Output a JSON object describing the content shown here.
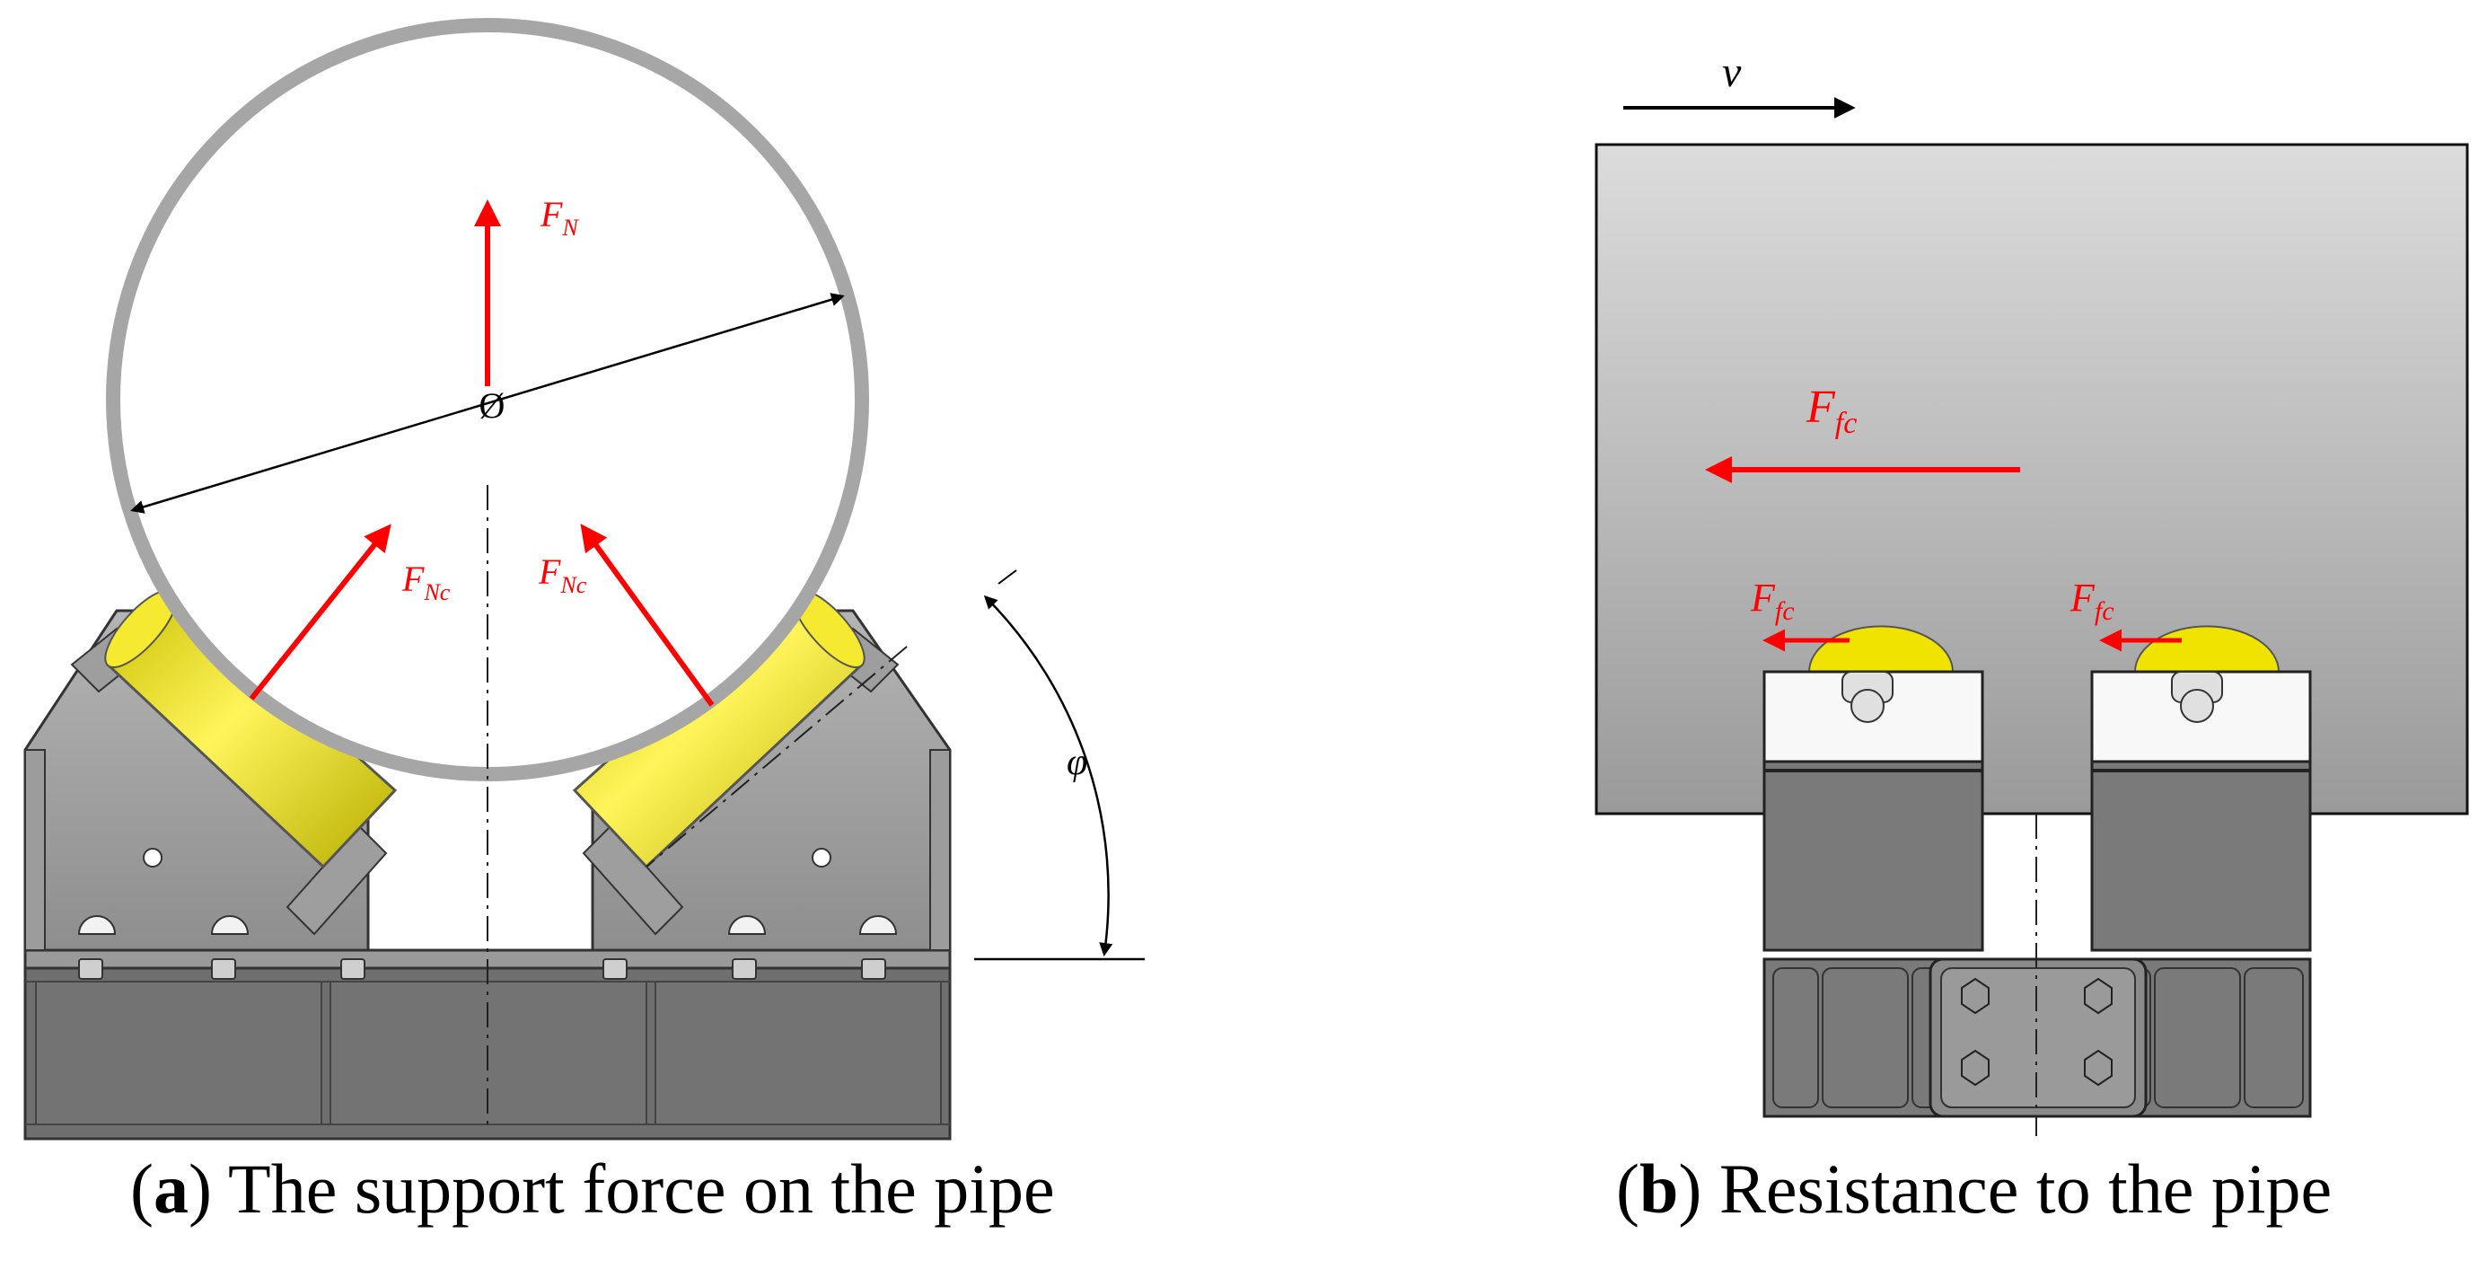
{
  "panel_a": {
    "labels": {
      "fn": "F",
      "fn_sub": "N",
      "fnc": "F",
      "fnc_sub": "Nc",
      "diameter": "Ø",
      "angle": "φ"
    },
    "caption": {
      "prefix": "(",
      "letter": "a",
      "text": ") The support force on the pipe"
    }
  },
  "panel_b": {
    "labels": {
      "velocity": "v",
      "ffc": "F",
      "ffc_sub": "fc"
    },
    "caption": {
      "prefix": "(",
      "letter": "b",
      "text": ") Resistance to the pipe"
    }
  },
  "colors": {
    "force_arrow": "#ff0000",
    "roller": "#e8e000",
    "steel": "#a8a8a8",
    "steel_dark": "#6e6e6e",
    "pipe_wall": "#a6a6a6",
    "pipe_body_top": "#d4d4d4",
    "pipe_body_bottom": "#9a9a9a"
  },
  "icons": [
    "pipe-cross-section",
    "roller-support",
    "force-arrow",
    "velocity-arrow",
    "angle-arc"
  ]
}
